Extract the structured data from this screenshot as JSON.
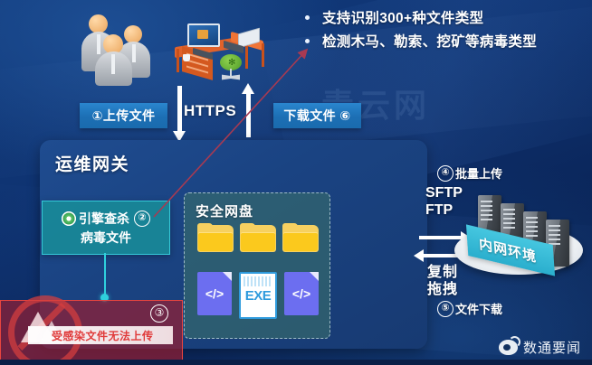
{
  "bullets": [
    {
      "text": "支持识别300+种文件类型"
    },
    {
      "text": "检测木马、勒索、挖矿等病毒类型"
    }
  ],
  "flow": {
    "https_label": "HTTPS",
    "upload_button": "①上传文件",
    "download_button": "下载文件 ⑥"
  },
  "watermark": {
    "center": "青云网"
  },
  "gateway": {
    "title": "运维网关",
    "engine": {
      "line1": "引擎查杀",
      "badge": "②",
      "line2": "病毒文件",
      "icon": "shield-scan-icon"
    },
    "safedisk": {
      "title": "安全网盘",
      "folders": [
        "folder-icon",
        "folder-icon",
        "folder-icon"
      ],
      "files": [
        {
          "type": "code",
          "label": "</>"
        },
        {
          "type": "exe",
          "label": "EXE"
        },
        {
          "type": "code",
          "label": "</>"
        }
      ]
    }
  },
  "alert": {
    "number": "③",
    "message": "受感染文件无法上传",
    "icon": "no-entry-warning-icon"
  },
  "right": {
    "batch_upload_num": "④",
    "batch_upload": "批量上传",
    "protocols": [
      "SFTP",
      "FTP"
    ],
    "copy_drag": [
      "复制",
      "拖拽"
    ],
    "file_download_num": "⑤",
    "file_download": "文件下载",
    "server_tag": "内网环境"
  },
  "footer": {
    "brand": "数通要闻",
    "icon": "weibo-icon"
  },
  "colors": {
    "bg_deep": "#0e3270",
    "panel": "#1a4382",
    "pill": "#1c6fb4",
    "engine": "#188c98",
    "engine_border": "#35c9d8",
    "safedisk": "#386e6a",
    "alert_bg": "#961e32",
    "alert_border": "#e8453f",
    "alert_text": "#e03a3a",
    "folder": "#fbc91d",
    "code_file": "#6c6ef0",
    "exe_accent": "#2f9bdd",
    "server_tag": "#2aaecd",
    "pointer_line": "#a83a52"
  }
}
